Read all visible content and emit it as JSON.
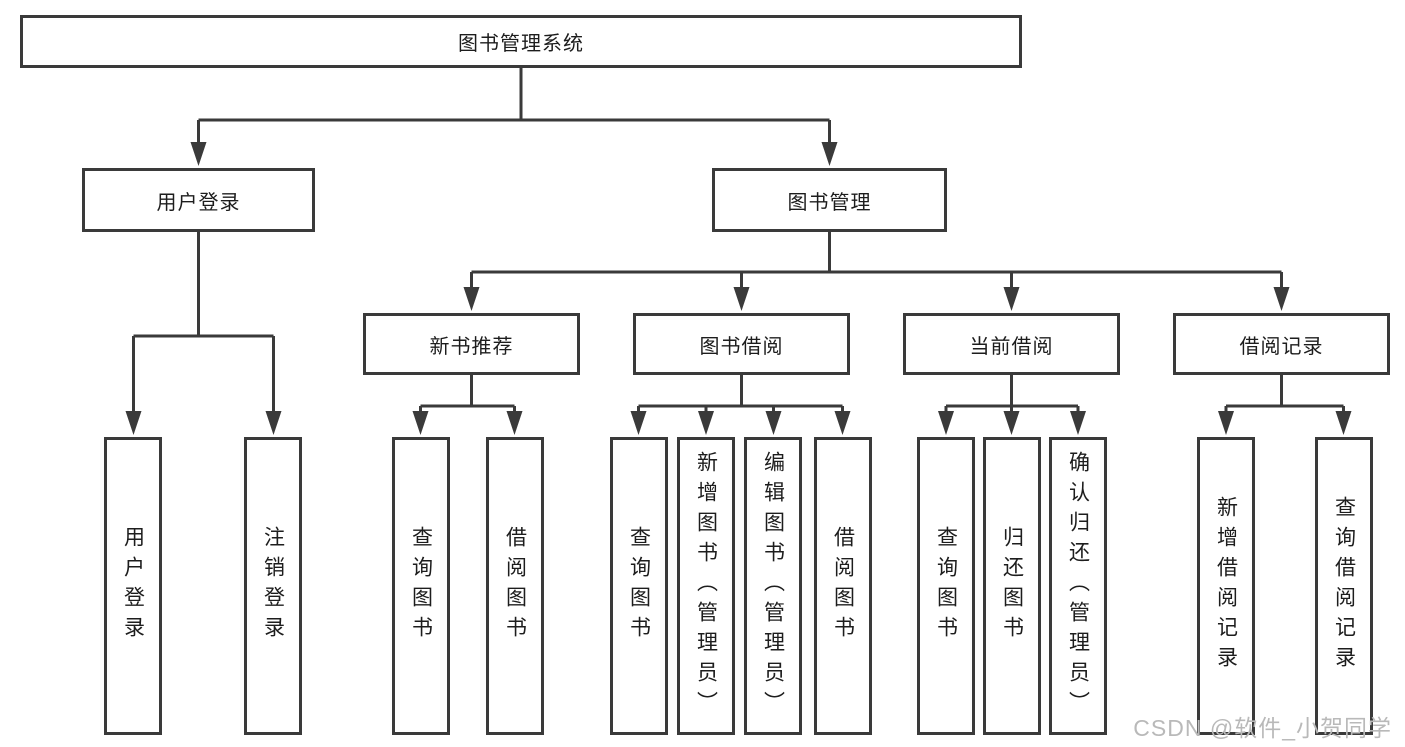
{
  "tree": {
    "root": "图书管理系统",
    "branches": [
      {
        "label": "用户登录",
        "leaves": [
          "用户登录",
          "注销登录"
        ]
      },
      {
        "label": "图书管理",
        "groups": [
          {
            "label": "新书推荐",
            "leaves": [
              "查询图书",
              "借阅图书"
            ]
          },
          {
            "label": "图书借阅",
            "leaves": [
              "查询图书",
              "新增图书（管理员）",
              "编辑图书（管理员）",
              "借阅图书"
            ]
          },
          {
            "label": "当前借阅",
            "leaves": [
              "查询图书",
              "归还图书",
              "确认归还（管理员）"
            ]
          },
          {
            "label": "借阅记录",
            "leaves": [
              "新增借阅记录",
              "查询借阅记录"
            ]
          }
        ]
      }
    ]
  },
  "watermark": "CSDN @软件_小贺同学",
  "colors": {
    "line": "#3a3a3a",
    "text": "#1d1d1d",
    "watermark": "#b9b9b9",
    "bg": "#ffffff"
  }
}
